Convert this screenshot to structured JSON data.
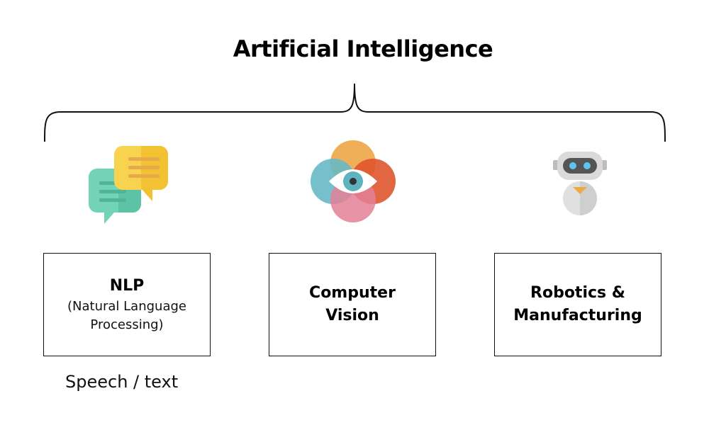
{
  "diagram": {
    "title": "Artificial Intelligence",
    "categories": [
      {
        "id": "nlp",
        "icon": "speech-bubbles-icon",
        "title": "NLP",
        "subtitle_line1": "(Natural Language",
        "subtitle_line2": "Processing)",
        "caption": "Speech / text"
      },
      {
        "id": "cv",
        "icon": "eye-circles-icon",
        "title_line1": "Computer",
        "title_line2": "Vision"
      },
      {
        "id": "robotics",
        "icon": "robot-icon",
        "title_line1": "Robotics &",
        "title_line2": "Manufacturing"
      }
    ]
  },
  "colors": {
    "teal_bubble": "#72D3B6",
    "yellow_bubble": "#F7D34F",
    "cv_orange": "#EDA84A",
    "cv_teal": "#66B9C4",
    "cv_red": "#E0552E",
    "cv_pink": "#E47F97",
    "robot_grey": "#DADADA",
    "robot_eye": "#5EC4F0"
  }
}
